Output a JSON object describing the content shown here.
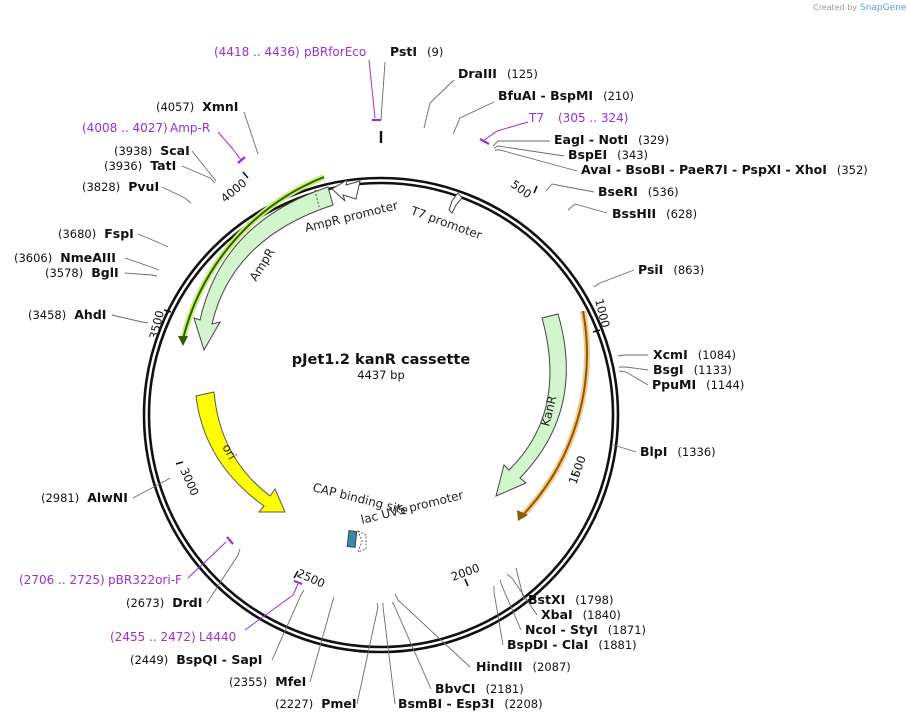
{
  "credit": {
    "text": "Created by",
    "brand": "SnapGene"
  },
  "plasmid": {
    "name": "pJet1.2 kanR cassette",
    "length": "4437 bp"
  },
  "ticks": [
    "500",
    "1000",
    "1500",
    "2000",
    "2500",
    "3000",
    "3500",
    "4000"
  ],
  "enzymes": [
    {
      "label": "PstI",
      "pos": "(9)"
    },
    {
      "label": "DraIII",
      "pos": "(125)"
    },
    {
      "label": "BfuAI - BspMI",
      "pos": "(210)"
    },
    {
      "label": "EagI - NotI",
      "pos": "(329)"
    },
    {
      "label": "BspEI",
      "pos": "(343)"
    },
    {
      "label": "AvaI - BsoBI - PaeR7I - PspXI - XhoI",
      "pos": "(352)"
    },
    {
      "label": "BseRI",
      "pos": "(536)"
    },
    {
      "label": "BssHII",
      "pos": "(628)"
    },
    {
      "label": "PsiI",
      "pos": "(863)"
    },
    {
      "label": "XcmI",
      "pos": "(1084)"
    },
    {
      "label": "BsgI",
      "pos": "(1133)"
    },
    {
      "label": "PpuMI",
      "pos": "(1144)"
    },
    {
      "label": "BlpI",
      "pos": "(1336)"
    },
    {
      "label": "BstXI",
      "pos": "(1798)"
    },
    {
      "label": "XbaI",
      "pos": "(1840)"
    },
    {
      "label": "NcoI - StyI",
      "pos": "(1871)"
    },
    {
      "label": "BspDI - ClaI",
      "pos": "(1881)"
    },
    {
      "label": "HindIII",
      "pos": "(2087)"
    },
    {
      "label": "BbvCI",
      "pos": "(2181)"
    },
    {
      "label": "BsmBI - Esp3I",
      "pos": "(2208)"
    },
    {
      "label": "PmeI",
      "pos": "(2227)"
    },
    {
      "label": "MfeI",
      "pos": "(2355)"
    },
    {
      "label": "BspQI - SapI",
      "pos": "(2449)"
    },
    {
      "label": "DrdI",
      "pos": "(2673)"
    },
    {
      "label": "AlwNI",
      "pos": "(2981)"
    },
    {
      "label": "AhdI",
      "pos": "(3458)"
    },
    {
      "label": "BglI",
      "pos": "(3578)"
    },
    {
      "label": "NmeAIII",
      "pos": "(3606)"
    },
    {
      "label": "FspI",
      "pos": "(3680)"
    },
    {
      "label": "PvuI",
      "pos": "(3828)"
    },
    {
      "label": "TatI",
      "pos": "(3936)"
    },
    {
      "label": "ScaI",
      "pos": "(3938)"
    },
    {
      "label": "XmnI",
      "pos": "(4057)"
    }
  ],
  "primers": [
    {
      "label": "pBRforEco",
      "range": "(4418 .. 4436)"
    },
    {
      "label": "T7",
      "range": "(305 .. 324)"
    },
    {
      "label": "Amp-R",
      "range": "(4008 .. 4027)"
    },
    {
      "label": "pBR322ori-F",
      "range": "(2706 .. 2725)"
    },
    {
      "label": "L4440",
      "range": "(2455 .. 2472)"
    }
  ],
  "features": [
    {
      "label": "AmpR promoter"
    },
    {
      "label": "T7 promoter"
    },
    {
      "label": "AmpR"
    },
    {
      "label": "KanR"
    },
    {
      "label": "ori"
    },
    {
      "label": "CAP binding site"
    },
    {
      "label": "lac UV5 promoter"
    }
  ],
  "colors": {
    "amp": "#d2f5cd",
    "amp_stroke": "#444444",
    "kan": "#d2f5cd",
    "ori": "#ffff00",
    "ori_stroke": "#555555",
    "primer": "#9a2fd0",
    "orf_amp": "#2b5e06",
    "orf_kan": "#8a5a00",
    "orf_kan_glow": "#f6c98a",
    "orf_amp_glow": "#c9f06e",
    "cap": "#3d86a8",
    "backbone": "#111111"
  }
}
